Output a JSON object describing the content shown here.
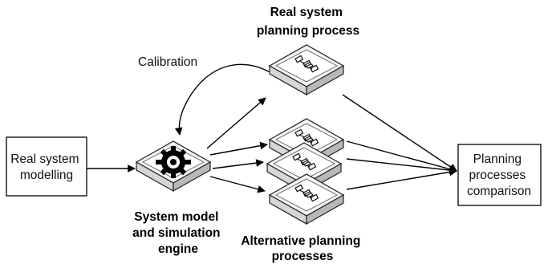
{
  "diagram": {
    "left_box": {
      "lines": [
        "Real system",
        "modelling"
      ]
    },
    "right_box": {
      "lines": [
        "Planning",
        "processes",
        "comparison"
      ]
    },
    "calibration_label": "Calibration",
    "real_planning_label": {
      "lines": [
        "Real system",
        "planning process"
      ]
    },
    "engine_label": {
      "lines": [
        "System model",
        "and simulation",
        "engine"
      ]
    },
    "alternatives_label": {
      "lines": [
        "Alternative planning",
        "processes"
      ]
    },
    "icons": {
      "engine": "gear-icon",
      "planning": "flowchart-icon"
    }
  }
}
